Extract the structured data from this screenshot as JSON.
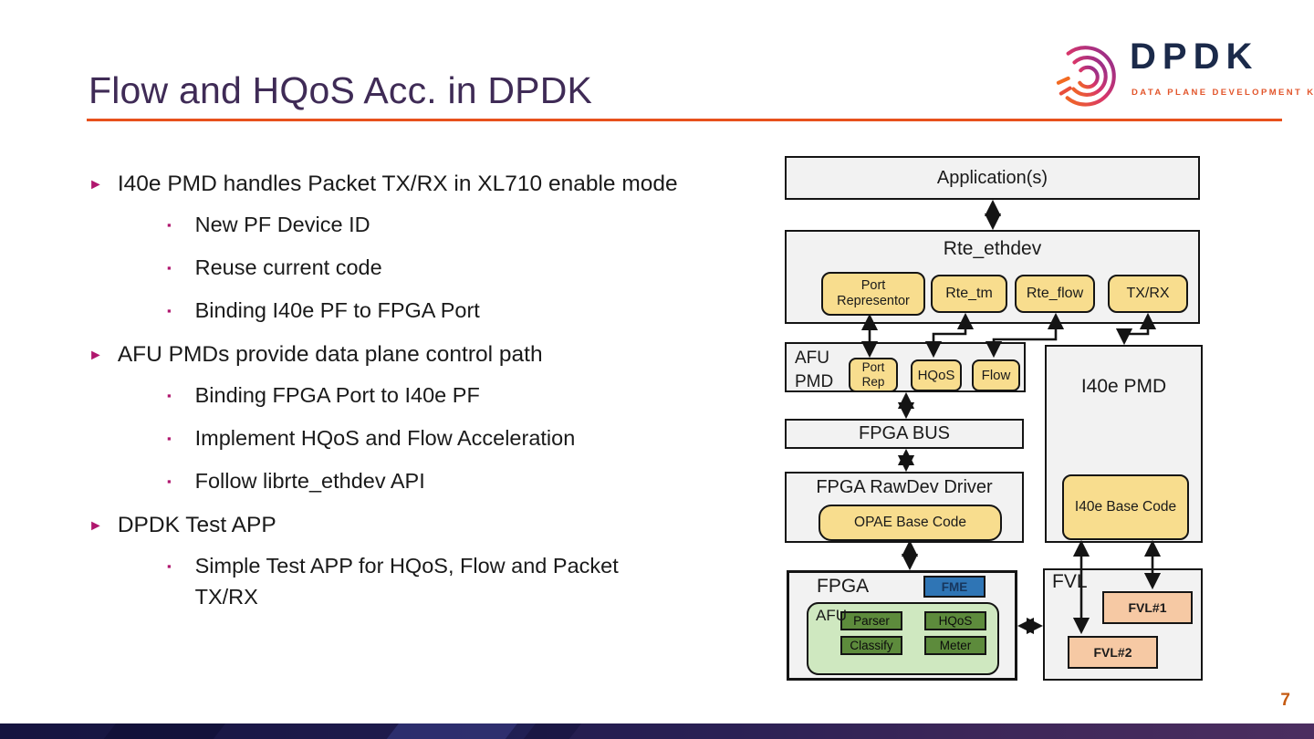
{
  "slide": {
    "title": "Flow and HQoS Acc. in DPDK",
    "page_number": "7"
  },
  "logo": {
    "wordmark": "DPDK",
    "tagline": "DATA PLANE DEVELOPMENT KIT"
  },
  "markers": {
    "level1": "►",
    "level2": "▪"
  },
  "bullets": [
    {
      "level": 1,
      "text": "I40e PMD handles Packet TX/RX in XL710 enable mode"
    },
    {
      "level": 2,
      "text": "New PF Device ID"
    },
    {
      "level": 2,
      "text": "Reuse current code"
    },
    {
      "level": 2,
      "text": "Binding I40e PF to FPGA Port"
    },
    {
      "level": 1,
      "text": "AFU PMDs provide data plane control path"
    },
    {
      "level": 2,
      "text": "Binding FPGA Port to I40e PF"
    },
    {
      "level": 2,
      "text": "Implement HQoS and Flow Acceleration"
    },
    {
      "level": 2,
      "text": "Follow librte_ethdev API"
    },
    {
      "level": 1,
      "text": "DPDK Test APP"
    },
    {
      "level": 2,
      "text": "Simple Test APP for HQoS, Flow and Packet TX/RX"
    }
  ],
  "diagram": {
    "application": {
      "label": "Application(s)"
    },
    "rte_ethdev": {
      "label": "Rte_ethdev",
      "modules": [
        {
          "label": "Port Representor"
        },
        {
          "label": "Rte_tm"
        },
        {
          "label": "Rte_flow"
        },
        {
          "label": "TX/RX"
        }
      ]
    },
    "afu_pmd": {
      "label": "AFU\nPMD",
      "modules": [
        {
          "label": "Port Rep"
        },
        {
          "label": "HQoS"
        },
        {
          "label": "Flow"
        }
      ]
    },
    "i40e_pmd": {
      "label": "I40e PMD",
      "module": {
        "label": "I40e Base Code"
      }
    },
    "fpga_bus": {
      "label": "FPGA BUS"
    },
    "fpga_rawdev": {
      "label": "FPGA RawDev Driver",
      "module": {
        "label": "OPAE Base Code"
      }
    },
    "fpga": {
      "label": "FPGA",
      "fme": {
        "label": "FME"
      },
      "afu": {
        "label": "AFU",
        "units": [
          {
            "label": "Parser"
          },
          {
            "label": "HQoS"
          },
          {
            "label": "Classify"
          },
          {
            "label": "Meter"
          }
        ]
      }
    },
    "fvl": {
      "label": "FVL",
      "nodes": [
        {
          "label": "FVL#1"
        },
        {
          "label": "FVL#2"
        }
      ]
    }
  },
  "colors": {
    "accent_orange": "#e8511c",
    "title_purple": "#3f2b56",
    "bullet_magenta": "#b0176e",
    "box_gray": "#f2f2f2",
    "box_yellow": "#f8dd8e",
    "green_light": "#cfe8c0",
    "green_dark": "#5d8b3c",
    "fme_blue": "#2f75b5",
    "peach": "#f6c9a4",
    "footer_navy": "#1d1a4b",
    "footer_purple": "#4c2e60",
    "page_number_orange": "#c55a11",
    "logo_navy": "#1b2a4a"
  }
}
